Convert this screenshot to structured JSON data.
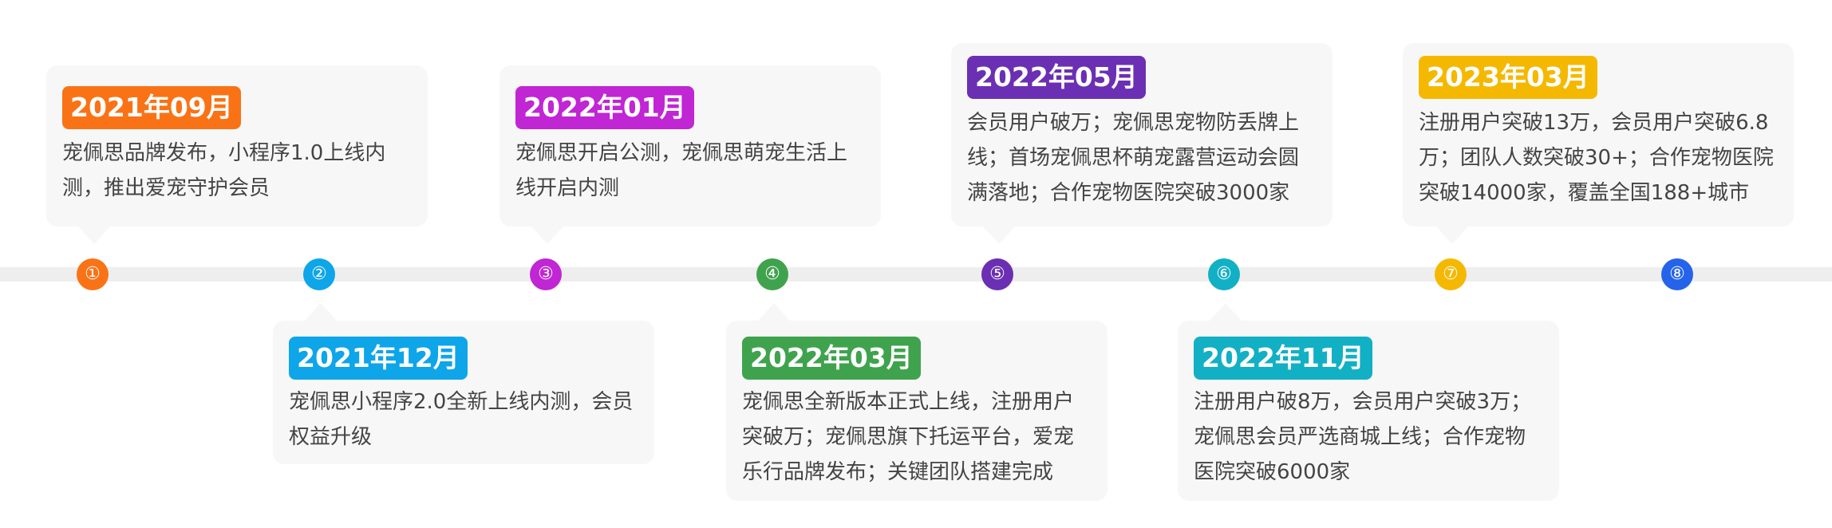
{
  "milestones": [
    {
      "num": "①",
      "date": "2021年09月",
      "color": "#f97316",
      "text": "宠佩思品牌发布，小程序1.0上线内测，推出爱宠守护会员"
    },
    {
      "num": "②",
      "date": "2021年12月",
      "color": "#0ea5e9",
      "text": "宠佩思小程序2.0全新上线内测，会员权益升级"
    },
    {
      "num": "③",
      "date": "2022年01月",
      "color": "#c026d3",
      "text": "宠佩思开启公测，宠佩思萌宠生活上线开启内测"
    },
    {
      "num": "④",
      "date": "2022年03月",
      "color": "#3fa34d",
      "text": "宠佩思全新版本正式上线，注册用户突破万；宠佩思旗下托运平台，爱宠乐行品牌发布；关键团队搭建完成"
    },
    {
      "num": "⑤",
      "date": "2022年05月",
      "color": "#6b2fb3",
      "text": "会员用户破万；宠佩思宠物防丢牌上线；首场宠佩思杯萌宠露营运动会圆满落地；合作宠物医院突破3000家"
    },
    {
      "num": "⑥",
      "date": "2022年11月",
      "color": "#12b0c4",
      "text": "注册用户破8万，会员用户突破3万；宠佩思会员严选商城上线；合作宠物医院突破6000家"
    },
    {
      "num": "⑦",
      "date": "2023年03月",
      "color": "#f5b800",
      "text": "注册用户突破13万，会员用户突破6.8万；团队人数突破30+；合作宠物医院突破14000家，覆盖全国188+城市"
    },
    {
      "num": "⑧",
      "date": "",
      "color": "#2563eb",
      "text": ""
    }
  ]
}
